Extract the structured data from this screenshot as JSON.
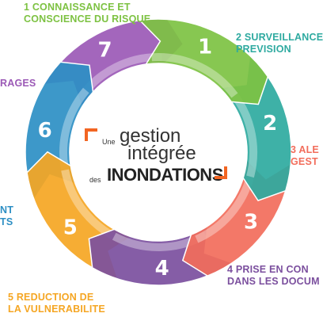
{
  "center": {
    "une": "Une",
    "gestion": "gestion",
    "integree": "intégrée",
    "des": "des",
    "inondations": "INONDATIONS"
  },
  "steps": [
    {
      "number": "1",
      "color": "#7dc242",
      "label_lines": [
        "1 CONNAISSANCE ET",
        "CONSCIENCE DU RISQUE"
      ]
    },
    {
      "number": "2",
      "color": "#2eaaa0",
      "label_lines": [
        "2 SURVEILLANCE",
        "PREVISION"
      ]
    },
    {
      "number": "3",
      "color": "#f26d5b",
      "label_lines": [
        "3 ALE",
        "GEST"
      ]
    },
    {
      "number": "4",
      "color": "#7b4f9e",
      "label_lines": [
        "4 PRISE EN CON",
        "DANS LES DOCUM"
      ]
    },
    {
      "number": "5",
      "color": "#f5a623",
      "label_lines": [
        "5 REDUCTION DE",
        "LA VULNERABILITE"
      ]
    },
    {
      "number": "6",
      "color": "#2d8fc4",
      "label_lines": [
        "NT",
        "TS"
      ]
    },
    {
      "number": "7",
      "color": "#9b59b6",
      "label_lines": [
        "RAGES"
      ]
    }
  ]
}
